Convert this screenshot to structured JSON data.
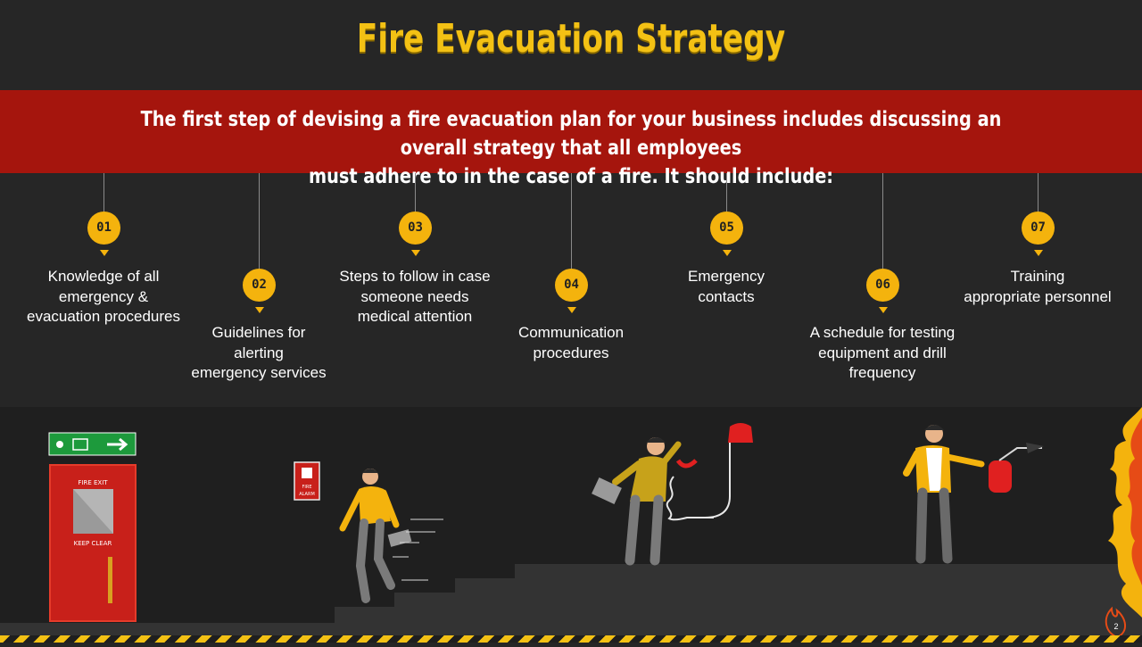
{
  "title": "Fire Evacuation Strategy",
  "intro": {
    "line1": "The first step of devising a fire evacuation plan for your business includes discussing an overall strategy that all employees",
    "line2": "must adhere to in the case of a fire. It should include:"
  },
  "steps": [
    {
      "num": "01",
      "lines": [
        "Knowledge of all",
        "emergency &",
        "evacuation procedures"
      ]
    },
    {
      "num": "02",
      "lines": [
        "Guidelines for",
        "alerting",
        "emergency services"
      ]
    },
    {
      "num": "03",
      "lines": [
        "Steps to follow in case",
        "someone needs",
        "medical attention"
      ]
    },
    {
      "num": "04",
      "lines": [
        "Communication",
        "procedures"
      ]
    },
    {
      "num": "05",
      "lines": [
        "Emergency",
        "contacts"
      ]
    },
    {
      "num": "06",
      "lines": [
        "A schedule for testing",
        "equipment and drill",
        "frequency"
      ]
    },
    {
      "num": "07",
      "lines": [
        "Training",
        "appropriate personnel"
      ]
    }
  ],
  "scene": {
    "door_top_label": "FIRE EXIT",
    "door_bottom_label": "KEEP CLEAR",
    "alarm_label_1": "FIRE",
    "alarm_label_2": "ALARM"
  },
  "colors": {
    "accent": "#f3c114",
    "banner": "#a5150d",
    "badge": "#f4b30d",
    "background": "#262626"
  },
  "page_number": "2"
}
